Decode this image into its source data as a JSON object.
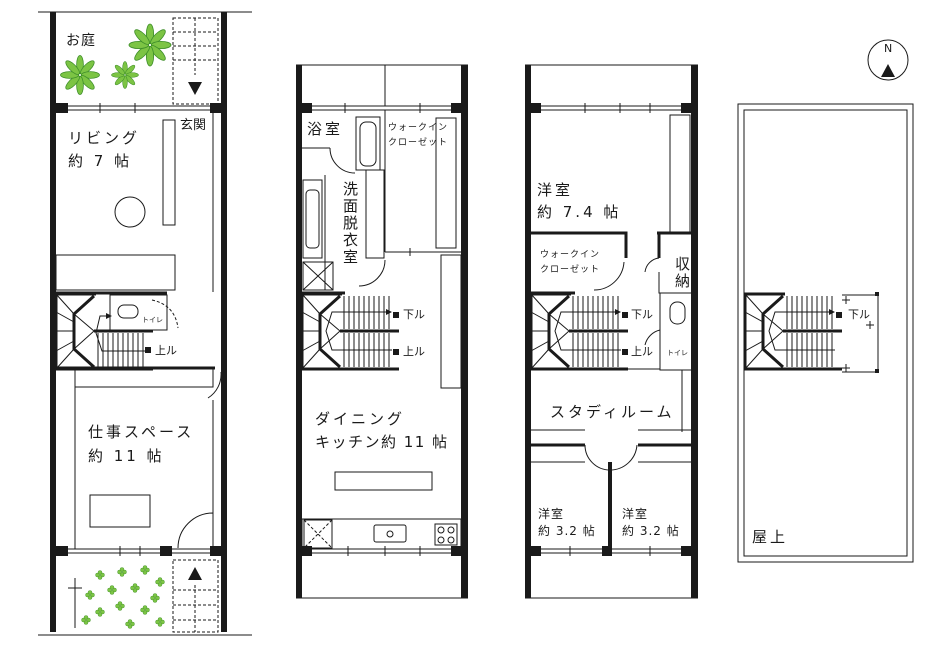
{
  "north": {
    "label": "N"
  },
  "floor1": {
    "garden": "お庭",
    "living": {
      "name": "リビング",
      "size": "約 7 帖"
    },
    "entrance": "玄関",
    "toilet": "トイレ",
    "stairs_up": "上ル",
    "workspace": {
      "name": "仕事スペース",
      "size": "約 11 帖"
    }
  },
  "floor2": {
    "bath": "浴室",
    "walkin": {
      "line1": "ウォークイン",
      "line2": "クローゼット"
    },
    "washroom": "洗面脱衣室",
    "stairs_down": "下ル",
    "stairs_up": "上ル",
    "dining": {
      "line1": "ダイニング",
      "line2": "キッチン約 11 帖"
    }
  },
  "floor3": {
    "room": {
      "name": "洋室",
      "size": "約 7.4 帖"
    },
    "walkin": {
      "line1": "ウォークイン",
      "line2": "クローゼット"
    },
    "storage": "収納",
    "stairs_down": "下ル",
    "stairs_up": "上ル",
    "toilet": "トイレ",
    "study": "スタディルーム",
    "room_a": {
      "name": "洋室",
      "size": "約 3.2 帖"
    },
    "room_b": {
      "name": "洋室",
      "size": "約 3.2 帖"
    }
  },
  "roof": {
    "name": "屋上",
    "stairs_down": "下ル"
  },
  "colors": {
    "wall": "#1a1a1a",
    "plant": "#7cc444",
    "plant_dark": "#3f8f2a"
  }
}
